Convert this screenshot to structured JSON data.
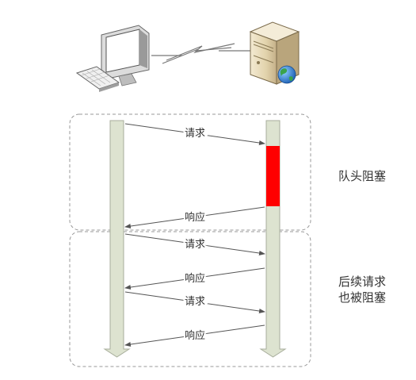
{
  "devices": {
    "client_icon": "desktop-computer-icon",
    "server_icon": "server-globe-icon",
    "link_icon": "lightning-link-icon"
  },
  "messages": [
    {
      "label": "请求",
      "dir": "request"
    },
    {
      "label": "响应",
      "dir": "response"
    },
    {
      "label": "请求",
      "dir": "request"
    },
    {
      "label": "响应",
      "dir": "response"
    },
    {
      "label": "请求",
      "dir": "request"
    },
    {
      "label": "响应",
      "dir": "response"
    }
  ],
  "annotations": {
    "blocking": "队头阻塞",
    "subsequent_line1": "后续请求",
    "subsequent_line2": "也被阻塞"
  },
  "colors": {
    "lifeline_fill": "#dde3d0",
    "lifeline_stroke": "#a8ae9c",
    "block_red": "#ff0000",
    "arrow": "#555555",
    "group_border": "#999999",
    "text": "#333333"
  }
}
